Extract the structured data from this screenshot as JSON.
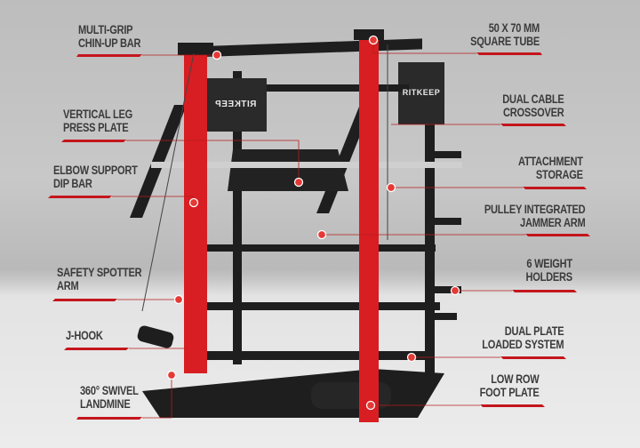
{
  "brand": "RITKEEP",
  "colors": {
    "accent": "#c4161c",
    "frame": "#1e1e1e",
    "text": "#3b3b3b"
  },
  "callouts_left": [
    {
      "id": "chinup",
      "lines": [
        "MULTI-GRIP",
        "CHIN-UP BAR"
      ]
    },
    {
      "id": "legpress",
      "lines": [
        "VERTICAL LEG",
        "PRESS PLATE"
      ]
    },
    {
      "id": "dip",
      "lines": [
        "ELBOW SUPPORT",
        "DIP BAR"
      ]
    },
    {
      "id": "spotter",
      "lines": [
        "SAFETY SPOTTER",
        "ARM"
      ]
    },
    {
      "id": "jhook",
      "lines": [
        "J-HOOK"
      ]
    },
    {
      "id": "landmine",
      "lines": [
        "360°  SWIVEL",
        "LANDMINE"
      ]
    }
  ],
  "callouts_right": [
    {
      "id": "tube",
      "lines": [
        "50 X 70 MM",
        "SQUARE TUBE"
      ]
    },
    {
      "id": "crossover",
      "lines": [
        "DUAL CABLE",
        "CROSSOVER"
      ]
    },
    {
      "id": "storage",
      "lines": [
        "ATTACHMENT",
        "STORAGE"
      ]
    },
    {
      "id": "jammer",
      "lines": [
        "PULLEY INTEGRATED",
        "JAMMER ARM"
      ]
    },
    {
      "id": "holders",
      "lines": [
        "6 WEIGHT",
        "HOLDERS"
      ]
    },
    {
      "id": "plateloaded",
      "lines": [
        "DUAL PLATE",
        "LOADED SYSTEM"
      ]
    },
    {
      "id": "lowrow",
      "lines": [
        "LOW ROW",
        "FOOT PLATE"
      ]
    }
  ]
}
